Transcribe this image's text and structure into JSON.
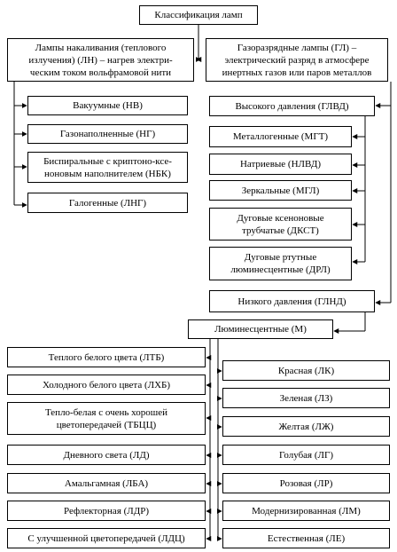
{
  "title": "Классификация ламп",
  "incandescent": {
    "header": "Лампы накаливания (теплового\nизлучения) (ЛН) – нагрев электри-\nческим током вольфрамовой нити",
    "items": [
      "Вакуумные (НВ)",
      "Газонаполненные  (НГ)",
      "Биспиральные с криптоно-ксе-\nноновым наполнителем (НБК)",
      "Галогенные (ЛНГ)"
    ]
  },
  "discharge": {
    "header": "Газоразрядные лампы (ГЛ) –\nэлектрический разряд в атмосфере\nинертных газов или паров металлов",
    "high": {
      "label": "Высокого давления (ГЛВД)",
      "items": [
        "Металлогенные (МГТ)",
        "Натриевые (НЛВД)",
        "Зеркальные (МГЛ)",
        "Дуговые ксеноновые\nтрубчатые (ДКСТ)",
        "Дуговые ртутные\nлюминесцентные (ДРЛ)"
      ]
    },
    "low": {
      "label": "Низкого давления (ГЛНД)"
    }
  },
  "fluorescent": {
    "label": "Люминесцентные (М)",
    "left_items": [
      "Теплого белого цвета (ЛТБ)",
      "Холодного белого цвета (ЛХБ)",
      "Тепло-белая с очень хорошей\nцветопередачей (ТБЦЦ)",
      "Дневного света (ЛД)",
      "Амальгамная (ЛБА)",
      "Рефлекторная (ЛДР)",
      "С улучшенной цветопередачей (ЛДЦ)"
    ],
    "right_items": [
      "Красная (ЛК)",
      "Зеленая (ЛЗ)",
      "Желтая (ЛЖ)",
      "Голубая (ЛГ)",
      "Розовая (ЛР)",
      "Модернизированная (ЛМ)",
      "Естественная (ЛЕ)"
    ]
  }
}
